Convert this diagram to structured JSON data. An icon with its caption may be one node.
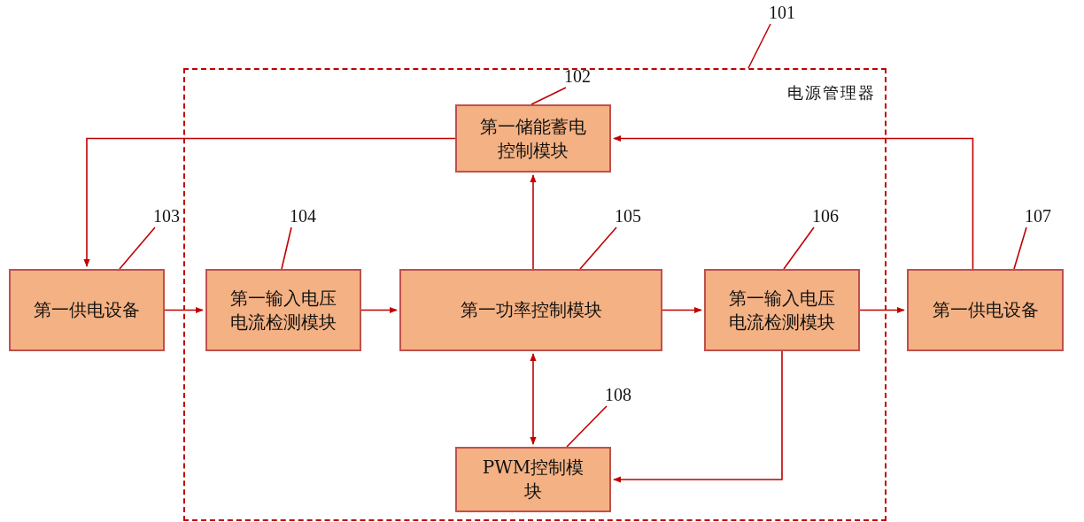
{
  "diagram": {
    "nodes": [
      {
        "text": [
          "电源管理器"
        ]
      },
      {
        "text": [
          "第一储能蓄电控制模块"
        ],
        "in": 0
      },
      {
        "text": [
          "第一供电设备"
        ]
      },
      {
        "text": [
          "第一输入电压电流检测模块"
        ],
        "in": 0
      },
      {
        "text": [
          "第一功率控制模块"
        ],
        "in": 0
      },
      {
        "text": [
          "第一输入电压电流检测模块"
        ],
        "in": 0
      },
      {
        "text": [
          "第一供电设备"
        ]
      },
      {
        "text": [
          "PWM控制模块"
        ],
        "in": 0
      },
      {
        "text": [
          "101"
        ]
      },
      {
        "text": [
          "102"
        ],
        "in": 0
      },
      {
        "text": [
          "103"
        ]
      },
      {
        "text": [
          "104"
        ],
        "in": 0
      },
      {
        "text": [
          "105"
        ],
        "in": 0
      },
      {
        "text": [
          "106"
        ],
        "in": 0
      },
      {
        "text": [
          "107"
        ]
      },
      {
        "text": [
          "108"
        ],
        "in": 0
      }
    ],
    "edges": [
      {
        "from": 1,
        "to": 2,
        "arrow": "to"
      },
      {
        "from": 6,
        "to": 1,
        "arrow": "to"
      },
      {
        "from": 2,
        "to": 3,
        "arrow": "to"
      },
      {
        "from": 3,
        "to": 4,
        "arrow": "to"
      },
      {
        "from": 4,
        "to": 5,
        "arrow": "to"
      },
      {
        "from": 5,
        "to": 6,
        "arrow": "to"
      },
      {
        "from": 4,
        "to": 1,
        "arrow": "to"
      },
      {
        "from": 4,
        "to": 7,
        "arrow": "both"
      },
      {
        "from": 5,
        "to": 7,
        "arrow": "to"
      },
      {
        "from": 8,
        "to": 0,
        "arrow": "none"
      },
      {
        "from": 9,
        "to": 1,
        "arrow": "none"
      },
      {
        "from": 10,
        "to": 2,
        "arrow": "none"
      },
      {
        "from": 11,
        "to": 3,
        "arrow": "none"
      },
      {
        "from": 12,
        "to": 4,
        "arrow": "none"
      },
      {
        "from": 13,
        "to": 5,
        "arrow": "none"
      },
      {
        "from": 14,
        "to": 6,
        "arrow": "none"
      },
      {
        "from": 15,
        "to": 7,
        "arrow": "none"
      }
    ]
  }
}
